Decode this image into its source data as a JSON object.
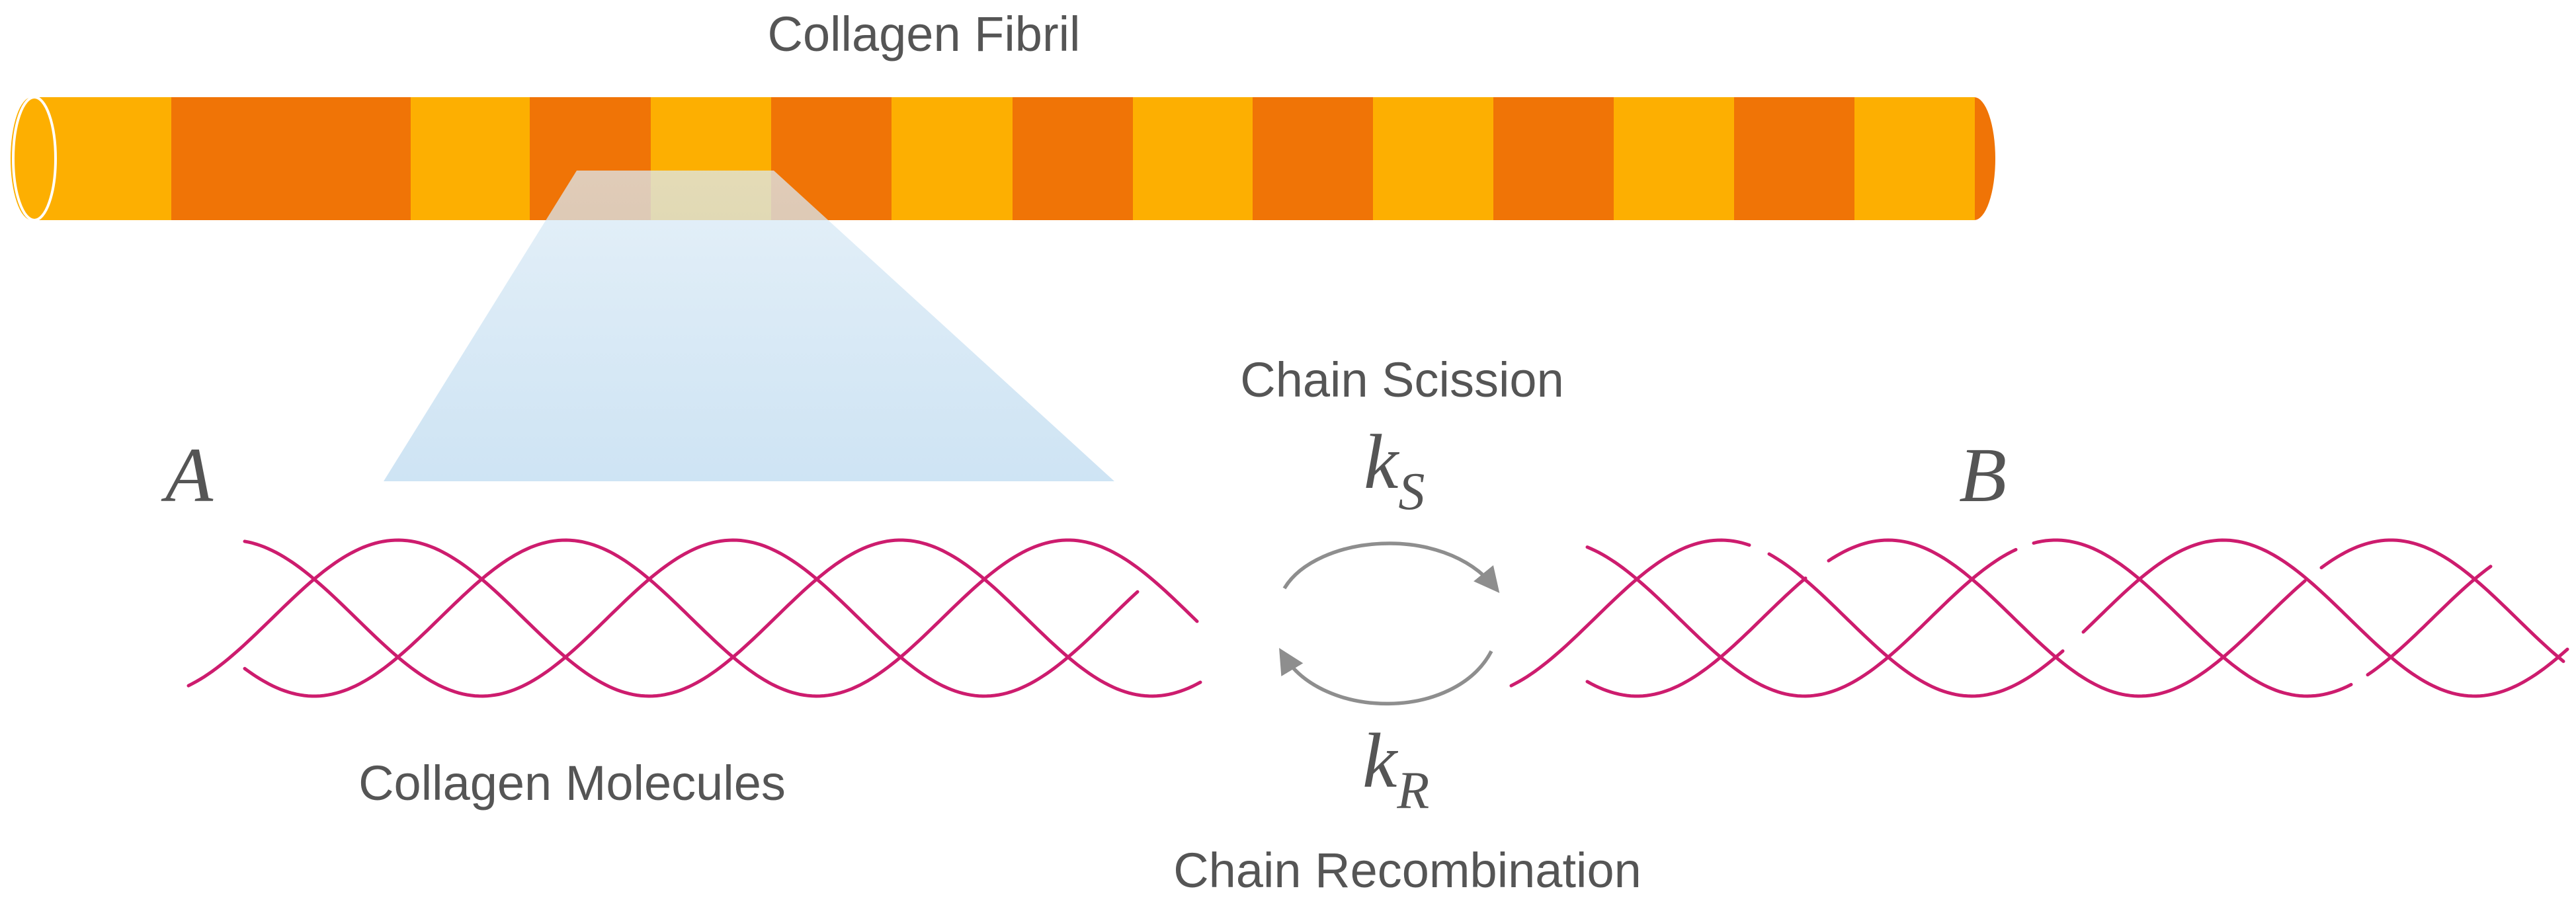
{
  "labels": {
    "fibril": "Collagen Fibril",
    "molecules": "Collagen Molecules",
    "scission": "Chain Scission",
    "recombination": "Chain Recombination"
  },
  "math": {
    "state_a": "A",
    "state_b": "B",
    "k_scission_main": "k",
    "k_scission_sub": "S",
    "k_recomb_main": "k",
    "k_recomb_sub": "R"
  },
  "colors": {
    "fibril_light": "#FDAF01",
    "fibril_dark": "#F07406",
    "magnifier": "#BFDDF2",
    "chain": "#CD1C6E",
    "arrow": "#8E8E8E",
    "text": "#555555"
  },
  "icons": {
    "fibril": "segmented-cylinder",
    "zoom": "magnifier-trapezoid",
    "intact_chains": "triple-helix",
    "broken_chains": "broken-triple-helix",
    "forward_arrow": "curved-arrow-right",
    "reverse_arrow": "curved-arrow-left"
  }
}
